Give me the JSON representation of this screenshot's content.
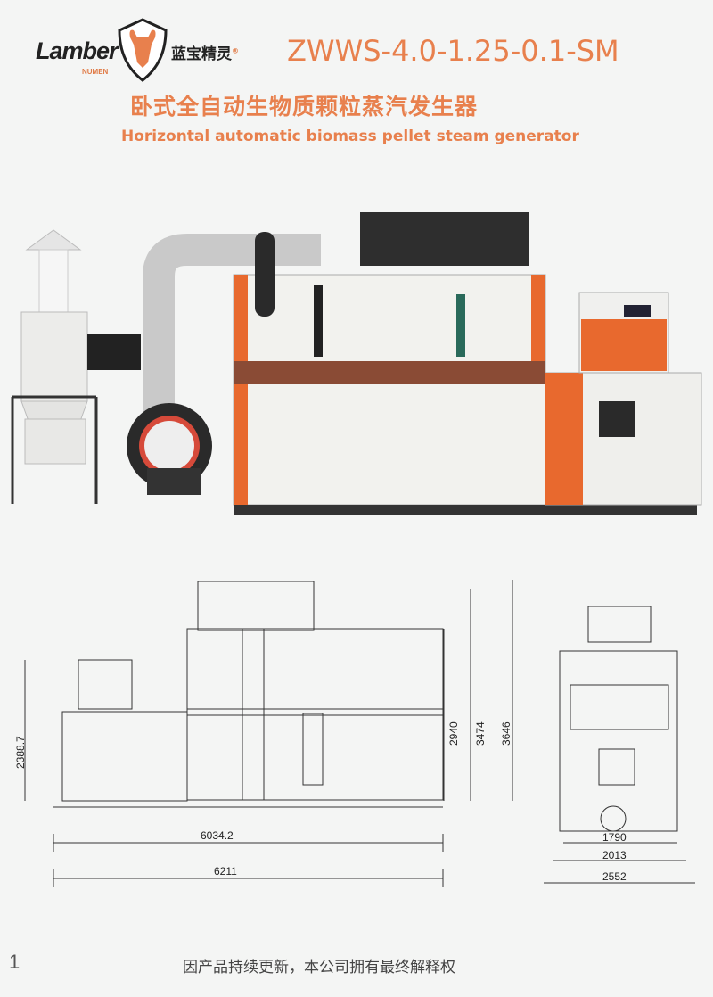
{
  "brand": {
    "name": "Lamber",
    "sub": "NUMEN",
    "cn": "蓝宝精灵",
    "registered": "®"
  },
  "header": {
    "model": "ZWWS-4.0-1.25-0.1-SM",
    "title_cn": "卧式全自动生物质颗粒蒸汽发生器",
    "title_en": "Horizontal automatic biomass pellet steam generator"
  },
  "colors": {
    "accent": "#e8804d",
    "orange_panel": "#e8692e",
    "brown_band": "#8a4b35"
  },
  "dimensions": {
    "side_height_left": "2388.7",
    "side_height_1": "2940",
    "side_height_2": "3474",
    "side_height_3": "3646",
    "side_length_1": "6034.2",
    "side_length_2": "6211",
    "front_width_1": "1790",
    "front_width_2": "2013",
    "front_width_3": "2552"
  },
  "footer": {
    "page_number": "1",
    "note": "因产品持续更新，本公司拥有最终解释权"
  }
}
